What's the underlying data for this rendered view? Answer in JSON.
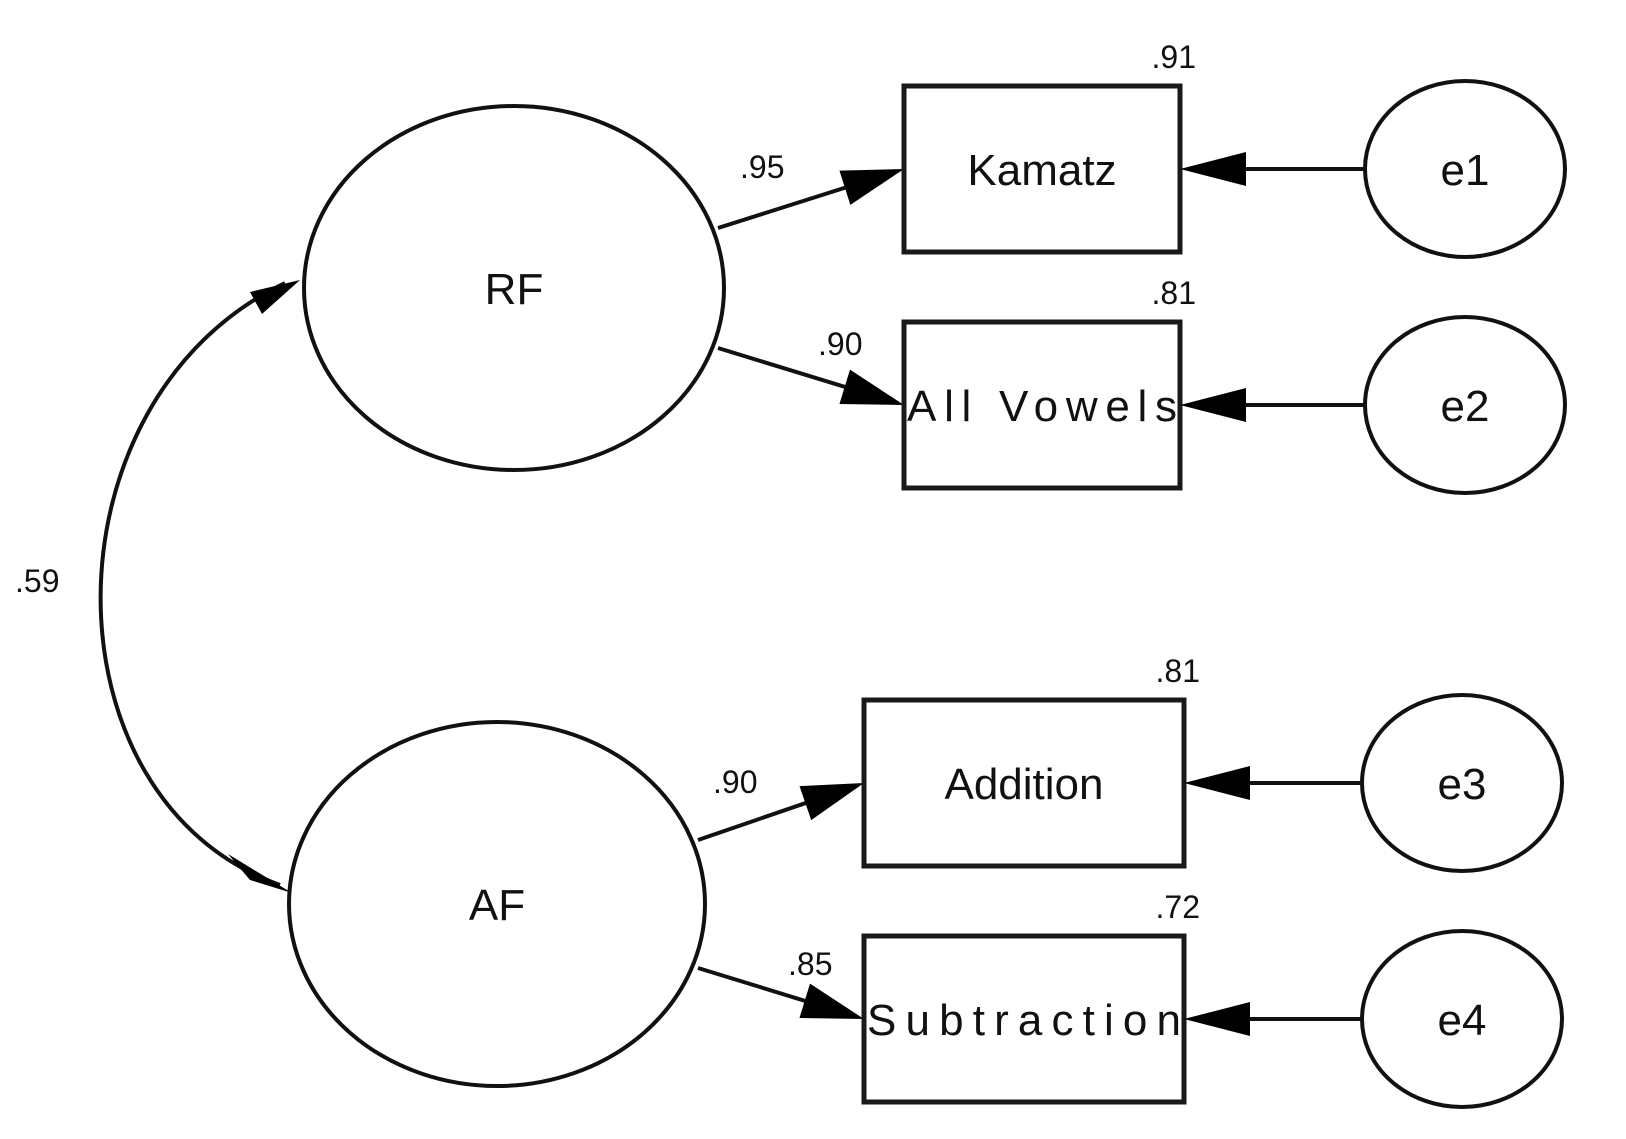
{
  "diagram": {
    "type": "structural-equation-model (confirmatory factor analysis path diagram)",
    "latent_factors": [
      {
        "id": "RF",
        "label": "RF"
      },
      {
        "id": "AF",
        "label": "AF"
      }
    ],
    "observed_variables": [
      {
        "id": "kamatz",
        "label": "Kamatz",
        "r_squared": ".91",
        "factor": "RF",
        "loading": ".95",
        "error": "e1"
      },
      {
        "id": "allvowels",
        "label": "All Vowels",
        "r_squared": ".81",
        "factor": "RF",
        "loading": ".90",
        "error": "e2"
      },
      {
        "id": "addition",
        "label": "Addition",
        "r_squared": ".81",
        "factor": "AF",
        "loading": ".90",
        "error": "e3"
      },
      {
        "id": "subtraction",
        "label": "Subtraction",
        "r_squared": ".72",
        "factor": "AF",
        "loading": ".85",
        "error": "e4"
      }
    ],
    "error_terms": [
      {
        "id": "e1",
        "label": "e1",
        "target": "kamatz"
      },
      {
        "id": "e2",
        "label": "e2",
        "target": "allvowels"
      },
      {
        "id": "e3",
        "label": "e3",
        "target": "addition"
      },
      {
        "id": "e4",
        "label": "e4",
        "target": "subtraction"
      }
    ],
    "covariance": {
      "from": "RF",
      "to": "AF",
      "value": ".59"
    },
    "colors": {
      "stroke": "#111111",
      "background": "#ffffff"
    }
  }
}
